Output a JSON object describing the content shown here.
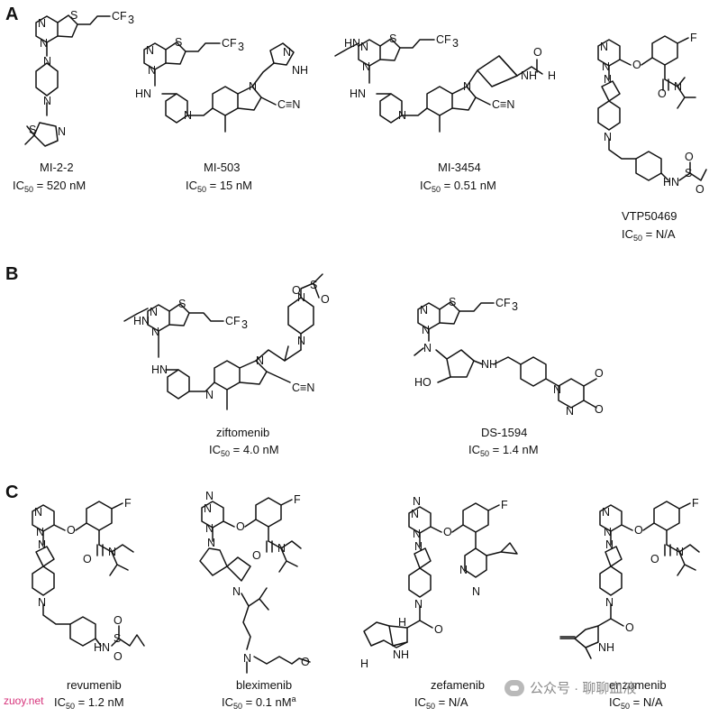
{
  "sections": {
    "A": {
      "label": "A"
    },
    "B": {
      "label": "B"
    },
    "C": {
      "label": "C"
    }
  },
  "compounds": [
    {
      "id": "mi22",
      "name": "MI-2-2",
      "ic50_prefix": "IC",
      "ic50_sub": "50",
      "ic50_value": " = 520 nM"
    },
    {
      "id": "mi503",
      "name": "MI-503",
      "ic50_prefix": "IC",
      "ic50_sub": "50",
      "ic50_value": " = 15 nM"
    },
    {
      "id": "mi3454",
      "name": "MI-3454",
      "ic50_prefix": "IC",
      "ic50_sub": "50",
      "ic50_value": " = 0.51 nM"
    },
    {
      "id": "vtp50469",
      "name": "VTP50469",
      "ic50_prefix": "IC",
      "ic50_sub": "50",
      "ic50_value": " = N/A"
    },
    {
      "id": "ziftomenib",
      "name": "ziftomenib",
      "ic50_prefix": "IC",
      "ic50_sub": "50",
      "ic50_value": " = 4.0 nM"
    },
    {
      "id": "ds1594",
      "name": "DS-1594",
      "ic50_prefix": "IC",
      "ic50_sub": "50",
      "ic50_value": " = 1.4 nM"
    },
    {
      "id": "revumenib",
      "name": "revumenib",
      "ic50_prefix": "IC",
      "ic50_sub": "50",
      "ic50_value": " = 1.2 nM"
    },
    {
      "id": "bleximenib",
      "name": "bleximenib",
      "ic50_prefix": "IC",
      "ic50_sub": "50",
      "ic50_value": " = 0.1 nM",
      "footnote": "a"
    },
    {
      "id": "zefamenib",
      "name": "zefamenib",
      "ic50_prefix": "IC",
      "ic50_sub": "50",
      "ic50_value": " = N/A"
    },
    {
      "id": "enzomenib",
      "name": "enzomenib",
      "ic50_prefix": "IC",
      "ic50_sub": "50",
      "ic50_value": " = N/A"
    }
  ],
  "atoms": {
    "N": "N",
    "S": "S",
    "O": "O",
    "F": "F",
    "H": "H",
    "HN": "HN",
    "NH": "NH",
    "CF3": "CF",
    "three": "3",
    "CN": "C≡N",
    "HO": "HO"
  },
  "watermarks": {
    "site": "zuoy.net",
    "wechat": "公众号 · 聊聊血液"
  }
}
